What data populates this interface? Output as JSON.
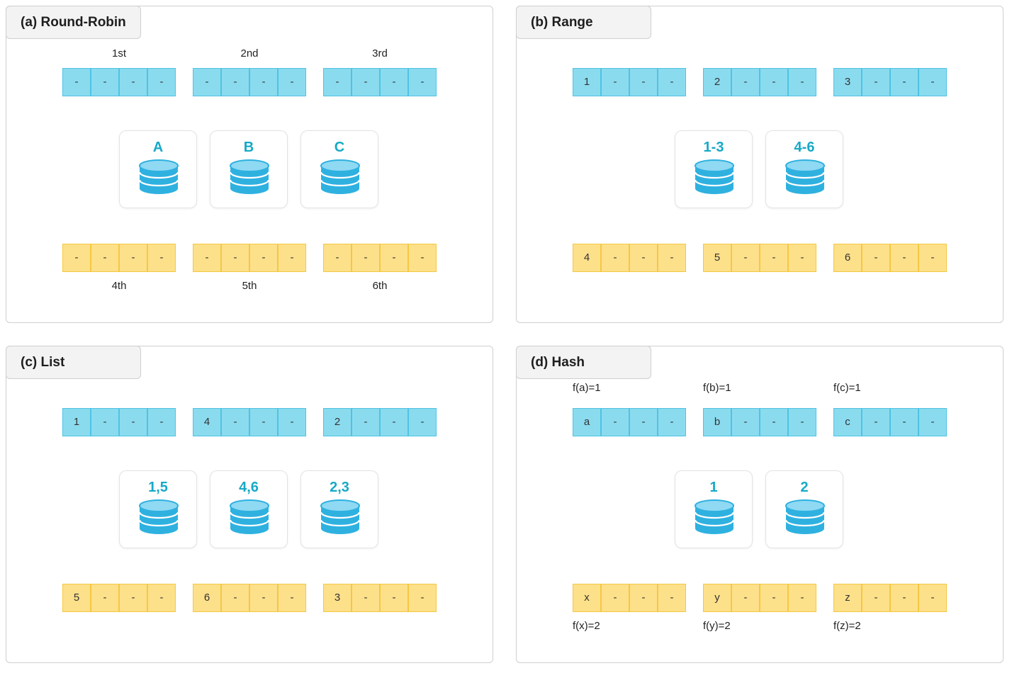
{
  "colors": {
    "blue_line": "#1ab3d0",
    "yellow_line": "#f2be1a",
    "db_label": "#17a9c6"
  },
  "panels": [
    {
      "title": "(a) Round-Robin",
      "top_captions": [
        "1st",
        "2nd",
        "3rd"
      ],
      "bottom_captions": [
        "4th",
        "5th",
        "6th"
      ],
      "top_rows": [
        [
          "-",
          "-",
          "-",
          "-"
        ],
        [
          "-",
          "-",
          "-",
          "-"
        ],
        [
          "-",
          "-",
          "-",
          "-"
        ]
      ],
      "bottom_rows": [
        [
          "-",
          "-",
          "-",
          "-"
        ],
        [
          "-",
          "-",
          "-",
          "-"
        ],
        [
          "-",
          "-",
          "-",
          "-"
        ]
      ],
      "databases": [
        "A",
        "B",
        "C"
      ]
    },
    {
      "title": "(b) Range",
      "top_captions": [],
      "bottom_captions": [],
      "top_rows": [
        [
          "1",
          "-",
          "-",
          "-"
        ],
        [
          "2",
          "-",
          "-",
          "-"
        ],
        [
          "3",
          "-",
          "-",
          "-"
        ]
      ],
      "bottom_rows": [
        [
          "4",
          "-",
          "-",
          "-"
        ],
        [
          "5",
          "-",
          "-",
          "-"
        ],
        [
          "6",
          "-",
          "-",
          "-"
        ]
      ],
      "databases": [
        "1-3",
        "4-6"
      ]
    },
    {
      "title": "(c) List",
      "top_captions": [],
      "bottom_captions": [],
      "top_rows": [
        [
          "1",
          "-",
          "-",
          "-"
        ],
        [
          "4",
          "-",
          "-",
          "-"
        ],
        [
          "2",
          "-",
          "-",
          "-"
        ]
      ],
      "bottom_rows": [
        [
          "5",
          "-",
          "-",
          "-"
        ],
        [
          "6",
          "-",
          "-",
          "-"
        ],
        [
          "3",
          "-",
          "-",
          "-"
        ]
      ],
      "databases": [
        "1,5",
        "4,6",
        "2,3"
      ]
    },
    {
      "title": "(d) Hash",
      "top_captions": [
        "f(a)=1",
        "f(b)=1",
        "f(c)=1"
      ],
      "bottom_captions": [
        "f(x)=2",
        "f(y)=2",
        "f(z)=2"
      ],
      "top_rows": [
        [
          "a",
          "-",
          "-",
          "-"
        ],
        [
          "b",
          "-",
          "-",
          "-"
        ],
        [
          "c",
          "-",
          "-",
          "-"
        ]
      ],
      "bottom_rows": [
        [
          "x",
          "-",
          "-",
          "-"
        ],
        [
          "y",
          "-",
          "-",
          "-"
        ],
        [
          "z",
          "-",
          "-",
          "-"
        ]
      ],
      "databases": [
        "1",
        "2"
      ]
    }
  ]
}
